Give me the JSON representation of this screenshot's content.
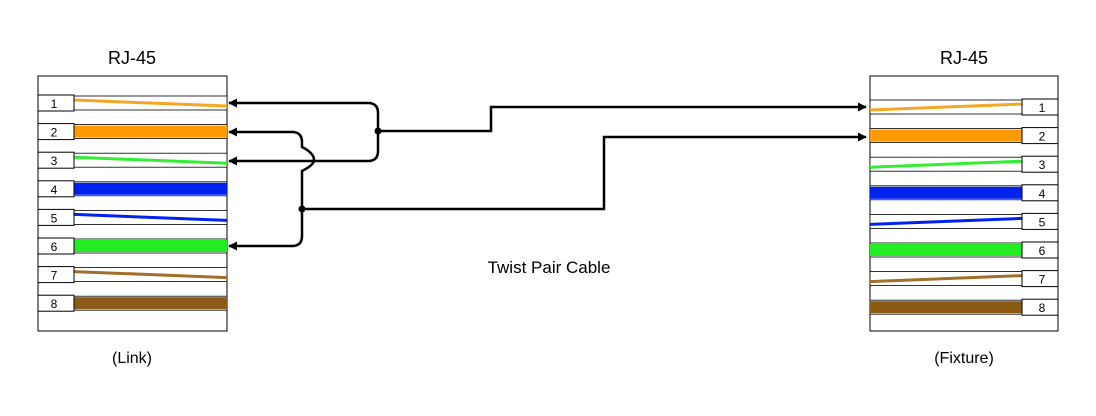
{
  "left_connector": {
    "title": "RJ-45",
    "caption": "(Link)",
    "pins": [
      {
        "number": "1",
        "color": "#F5A623",
        "striped": true
      },
      {
        "number": "2",
        "color": "#FF9900",
        "striped": false
      },
      {
        "number": "3",
        "color": "#33EE33",
        "striped": true
      },
      {
        "number": "4",
        "color": "#0022EE",
        "striped": false
      },
      {
        "number": "5",
        "color": "#0022EE",
        "striped": true
      },
      {
        "number": "6",
        "color": "#22EE22",
        "striped": false
      },
      {
        "number": "7",
        "color": "#A0702A",
        "striped": true
      },
      {
        "number": "8",
        "color": "#8B5A14",
        "striped": false
      }
    ]
  },
  "right_connector": {
    "title": "RJ-45",
    "caption": "(Fixture)",
    "pins": [
      {
        "number": "1",
        "color": "#F5A623",
        "striped": true
      },
      {
        "number": "2",
        "color": "#FF9900",
        "striped": false
      },
      {
        "number": "3",
        "color": "#33EE33",
        "striped": true
      },
      {
        "number": "4",
        "color": "#0022EE",
        "striped": false
      },
      {
        "number": "5",
        "color": "#0022EE",
        "striped": true
      },
      {
        "number": "6",
        "color": "#22EE22",
        "striped": false
      },
      {
        "number": "7",
        "color": "#A0702A",
        "striped": true
      },
      {
        "number": "8",
        "color": "#8B5A14",
        "striped": false
      }
    ]
  },
  "cable_label": "Twist Pair Cable"
}
